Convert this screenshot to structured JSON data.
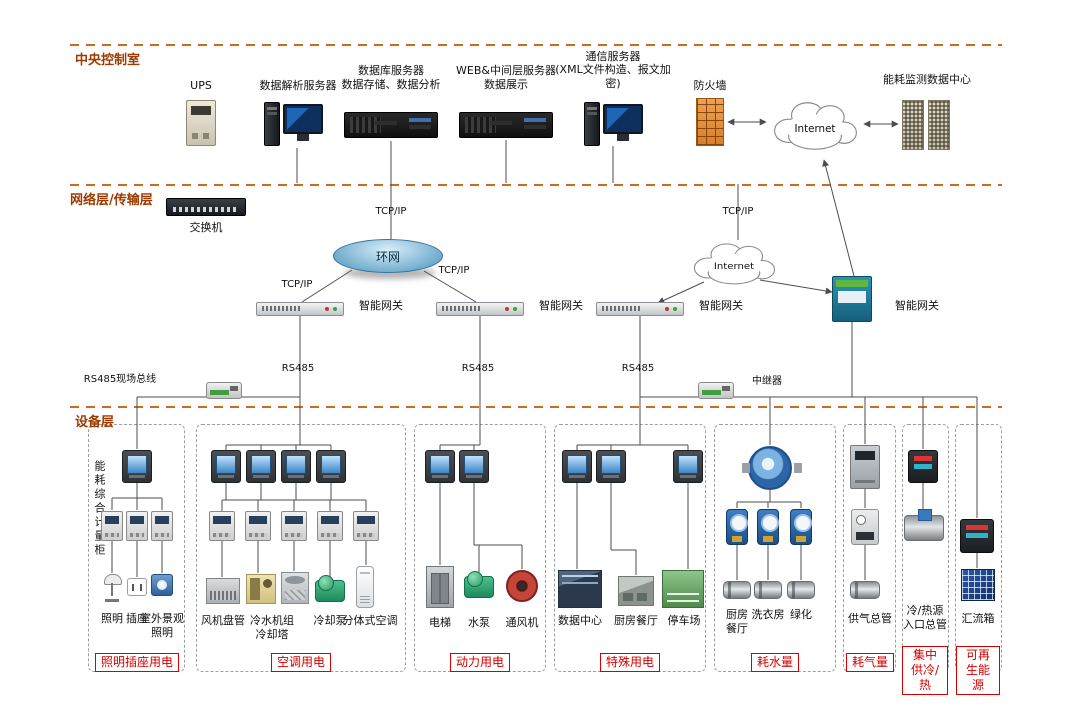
{
  "layers": {
    "control_room": "中央控制室",
    "network": "网络层/传输层",
    "device": "设备层"
  },
  "control": {
    "ups": "UPS",
    "parse_server": "数据解析服务器",
    "db_server": "数据库服务器",
    "db_server_sub": "数据存储、数据分析",
    "web_server": "WEB&中间层服务器",
    "web_server_sub": "数据展示",
    "comm_server": "通信服务器",
    "comm_server_sub": "(XML文件构造、报文加密)",
    "firewall": "防火墙",
    "internet": "Internet",
    "datacenter": "能耗监测数据中心"
  },
  "network": {
    "switch": "交换机",
    "tcpip": "TCP/IP",
    "ring": "环网",
    "internet": "Internet",
    "gateway": "智能网关",
    "rs485": "RS485",
    "rs485_bus": "RS485现场总线",
    "repeater": "中继器"
  },
  "device": {
    "cabinet": "能耗综合计量柜",
    "lighting": {
      "category": "照明插座用电",
      "items": [
        "照明",
        "插座",
        "室外景观照明"
      ]
    },
    "hvac": {
      "category": "空调用电",
      "items": [
        "风机盘管",
        "冷水机组 冷却塔",
        "冷却泵",
        "分体式空调"
      ]
    },
    "power": {
      "category": "动力用电",
      "items": [
        "电梯",
        "水泵",
        "通风机"
      ]
    },
    "special": {
      "category": "特殊用电",
      "items": [
        "数据中心",
        "厨房餐厅",
        "停车场"
      ]
    },
    "water": {
      "category": "耗水量",
      "items": [
        "厨房餐厅",
        "洗衣房",
        "绿化"
      ]
    },
    "gas": {
      "category": "耗气量",
      "items": [
        "供气总管"
      ]
    },
    "cooling": {
      "category": "集中供冷/热",
      "items": [
        "冷/热源入口总管"
      ]
    },
    "renewable": {
      "category": "可再生能源",
      "items": [
        "汇流箱"
      ]
    }
  }
}
